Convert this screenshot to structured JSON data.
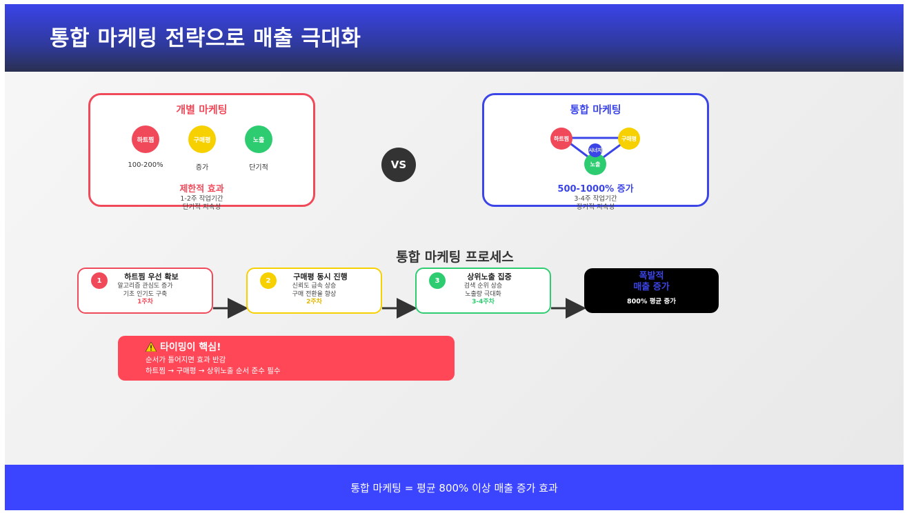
{
  "header": {
    "title": "통합 마케팅 전략으로 매출 극대화"
  },
  "individual": {
    "title": "개별 마케팅",
    "nodes": [
      {
        "label": "하트찜",
        "caption": "100-200%"
      },
      {
        "label": "구매평",
        "caption": "증가"
      },
      {
        "label": "노출",
        "caption": "단기적"
      }
    ],
    "effect": "제한적 효과",
    "sub1": "1-2주 작업기간",
    "sub2": "단기적 지속성"
  },
  "vs": "VS",
  "integrated": {
    "title": "통합 마케팅",
    "nodes": [
      {
        "label": "하트찜"
      },
      {
        "label": "구매평"
      },
      {
        "label": "노출"
      }
    ],
    "center": "시너지",
    "effect": "500-1000% 증가",
    "sub1": "3-4주 작업기간",
    "sub2": "장기적 지속성"
  },
  "process": {
    "title": "통합 마케팅 프로세스",
    "steps": [
      {
        "num": "1",
        "title": "하트찜 우선 확보",
        "line1": "알고리즘 관심도 증가",
        "line2": "기초 인기도 구축",
        "week": "1주차"
      },
      {
        "num": "2",
        "title": "구매평 동시 진행",
        "line1": "신뢰도 급속 상승",
        "line2": "구매 전환율 향상",
        "week": "2주차"
      },
      {
        "num": "3",
        "title": "상위노출 집중",
        "line1": "검색 순위 상승",
        "line2": "노출량 극대화",
        "week": "3-4주차"
      }
    ],
    "final": {
      "line1": "폭발적",
      "line2": "매출 증가",
      "sub": "800% 평균 증가"
    }
  },
  "warning": {
    "title": "타이밍이 핵심!",
    "line1": "순서가 틀어지면 효과 반감",
    "line2": "하트찜 → 구매평 → 상위노출 순서 준수 필수"
  },
  "footer": {
    "text": "통합 마케팅 = 평균 800% 이상 매출 증가 효과"
  },
  "colors": {
    "red": "#f04a5a",
    "yellow": "#f7d000",
    "green": "#2ecc71",
    "blue": "#3b44e6",
    "footer": "#3b44ff"
  }
}
